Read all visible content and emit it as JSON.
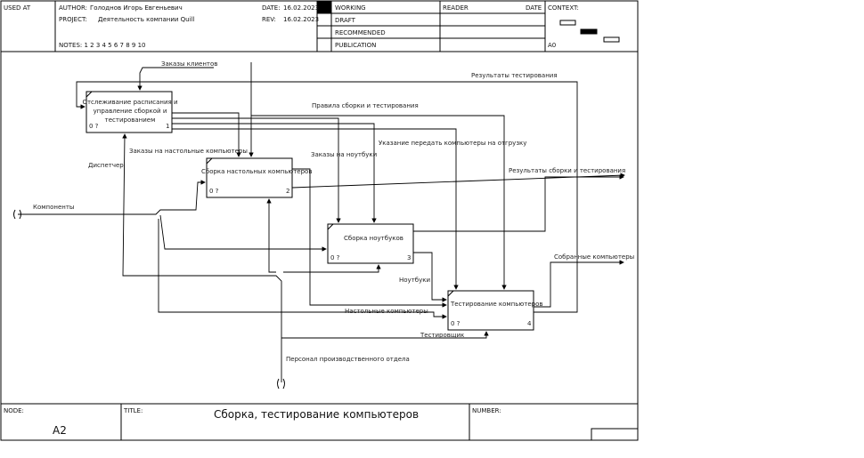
{
  "header": {
    "used_at": "USED AT",
    "author_label": "AUTHOR:",
    "author": "Голоднов Игорь Евгеньевич",
    "project_label": "PROJECT:",
    "project": "Деятельность компании Quill",
    "date_label": "DATE:",
    "date": "16.02.2023",
    "rev_label": "REV:",
    "rev": "16.02.2023",
    "notes": "NOTES:  1  2  3  4  5  6  7  8  9  10",
    "status": [
      "WORKING",
      "DRAFT",
      "RECOMMENDED",
      "PUBLICATION"
    ],
    "reader_label": "READER",
    "reader_date_label": "DATE",
    "context_label": "CONTEXT:",
    "context_node": "A0"
  },
  "footer": {
    "node_label": "NODE:",
    "node": "A2",
    "title_label": "TITLE:",
    "title": "Сборка, тестирование компьютеров",
    "number_label": "NUMBER:"
  },
  "boxes": [
    {
      "label": "Отслеживание расписания и управление сборкой и тестированием",
      "cost": "0 ?",
      "num": "1"
    },
    {
      "label": "Сборка настольных компьютеров",
      "cost": "0 ?",
      "num": "2"
    },
    {
      "label": "Сборка ноутбуков",
      "cost": "0 ?",
      "num": "3"
    },
    {
      "label": "Тестирование компьютеров",
      "cost": "0 ?",
      "num": "4"
    }
  ],
  "arrows": {
    "client_orders": "Заказы клиентов",
    "test_results": "Результаты тестирования",
    "build_rules": "Правила сборки и тестирования",
    "ship_instruction": "Указание передать компьютеры на отгрузку",
    "desktop_orders": "Заказы на настольные компьютеры",
    "laptop_orders": "Заказы на ноутбуки",
    "dispatcher": "Диспетчер",
    "build_results": "Результаты сборки и тестирования",
    "components": "Компоненты",
    "assembled": "Собранные компьютеры",
    "laptops": "Ноутбуки",
    "desktops": "Настольные компьютеры",
    "testers": "Тестировщик",
    "staff": "Персонал производственного отдела"
  }
}
